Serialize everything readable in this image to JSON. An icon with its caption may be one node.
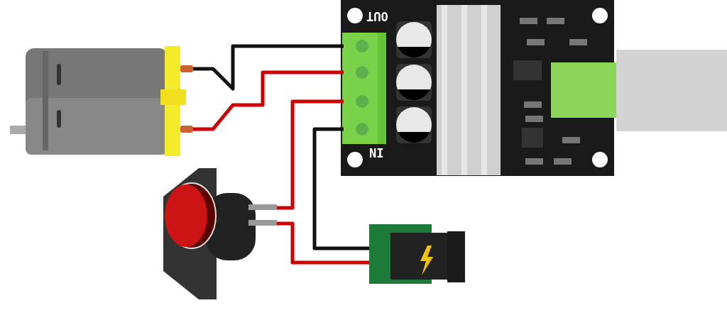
{
  "diagram": {
    "nodes": [
      {
        "text": [],
        "shape": "picture"
      },
      {
        "text": [
          "OUT",
          "IN"
        ]
      },
      {
        "text": [],
        "shape": "picture"
      },
      {
        "text": [],
        "shape": "picture"
      }
    ],
    "edges": [
      {
        "from": 0,
        "to": 1,
        "arrow": "none",
        "color": "#111111"
      },
      {
        "from": 0,
        "to": 1,
        "arrow": "none"
      },
      {
        "from": 1,
        "to": 2,
        "arrow": "none"
      },
      {
        "from": 1,
        "to": 3,
        "arrow": "none",
        "color": "#111111"
      },
      {
        "from": 2,
        "to": 3,
        "arrow": "none"
      }
    ]
  }
}
